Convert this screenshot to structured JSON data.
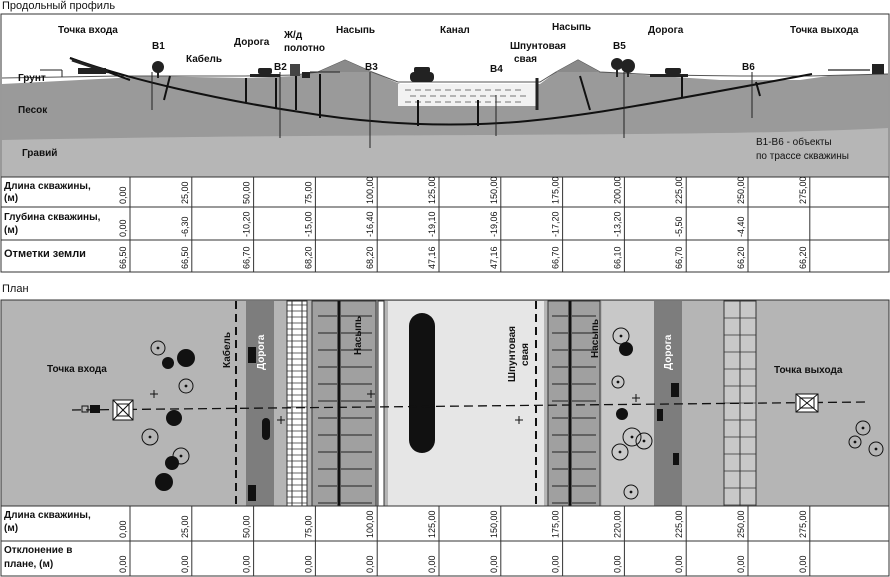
{
  "profile": {
    "title": "Продольный профиль",
    "labels": {
      "entry": "Точка входа",
      "exit": "Точка выхода",
      "b1": "В1",
      "b2": "В2",
      "b3": "В3",
      "b4": "В4",
      "b5": "В5",
      "b6": "В6",
      "cable": "Кабель",
      "road1": "Дорога",
      "road2": "Дорога",
      "rail1": "Ж/д",
      "rail2": "полотно",
      "embank1": "Насыпь",
      "embank2": "Насыпь",
      "canal": "Канал",
      "sheet1": "Шпунтовая",
      "sheet2": "свая",
      "soil": "Грунт",
      "sand": "Песок",
      "gravel": "Гравий",
      "note1": "В1-В6 - объекты",
      "note2": "по трассе скважины"
    }
  },
  "profile_table": {
    "rows": [
      {
        "label1": "Длина скважины,",
        "label2": "(м)",
        "values": [
          "0,00",
          "25,00",
          "50,00",
          "75,00",
          "100,00",
          "125,00",
          "150,00",
          "175,00",
          "200,00",
          "225,00",
          "250,00",
          "275,00"
        ]
      },
      {
        "label1": "Глубина скважины,",
        "label2": "(м)",
        "values": [
          "0,00",
          "-6,30",
          "-10,20",
          "-15,00",
          "-16,40",
          "-19,10",
          "-19,06",
          "-17,20",
          "-13,20",
          "-5,50",
          "-4,40",
          ""
        ]
      },
      {
        "label1": "Отметки земли",
        "label2": "",
        "values": [
          "66,50",
          "66,50",
          "66,70",
          "68,20",
          "68,20",
          "47,16",
          "47,16",
          "66,70",
          "66,10",
          "66,70",
          "66,20",
          "66,20"
        ]
      }
    ]
  },
  "plan": {
    "title": "План",
    "labels": {
      "entry": "Точка входа",
      "exit": "Точка выхода",
      "cable": "Кабель",
      "road1": "Дорога",
      "road2": "Дорога",
      "embank1": "Насыпь",
      "embank2": "Насыпь",
      "sheet1": "Шпунтовая",
      "sheet2": "свая"
    }
  },
  "plan_table": {
    "rows": [
      {
        "label1": "Длина скважины,",
        "label2": "(м)",
        "values": [
          "0,00",
          "25,00",
          "50,00",
          "75,00",
          "100,00",
          "125,00",
          "150,00",
          "175,00",
          "220,00",
          "225,00",
          "250,00",
          "275,00"
        ]
      },
      {
        "label1": "Отклонение в",
        "label2": "плане, (м)",
        "values": [
          "0,00",
          "0,00",
          "0,00",
          "0,00",
          "0,00",
          "0,00",
          "0,00",
          "0,00",
          "0,00",
          "0,00",
          "0,00",
          "0,00"
        ]
      }
    ]
  }
}
